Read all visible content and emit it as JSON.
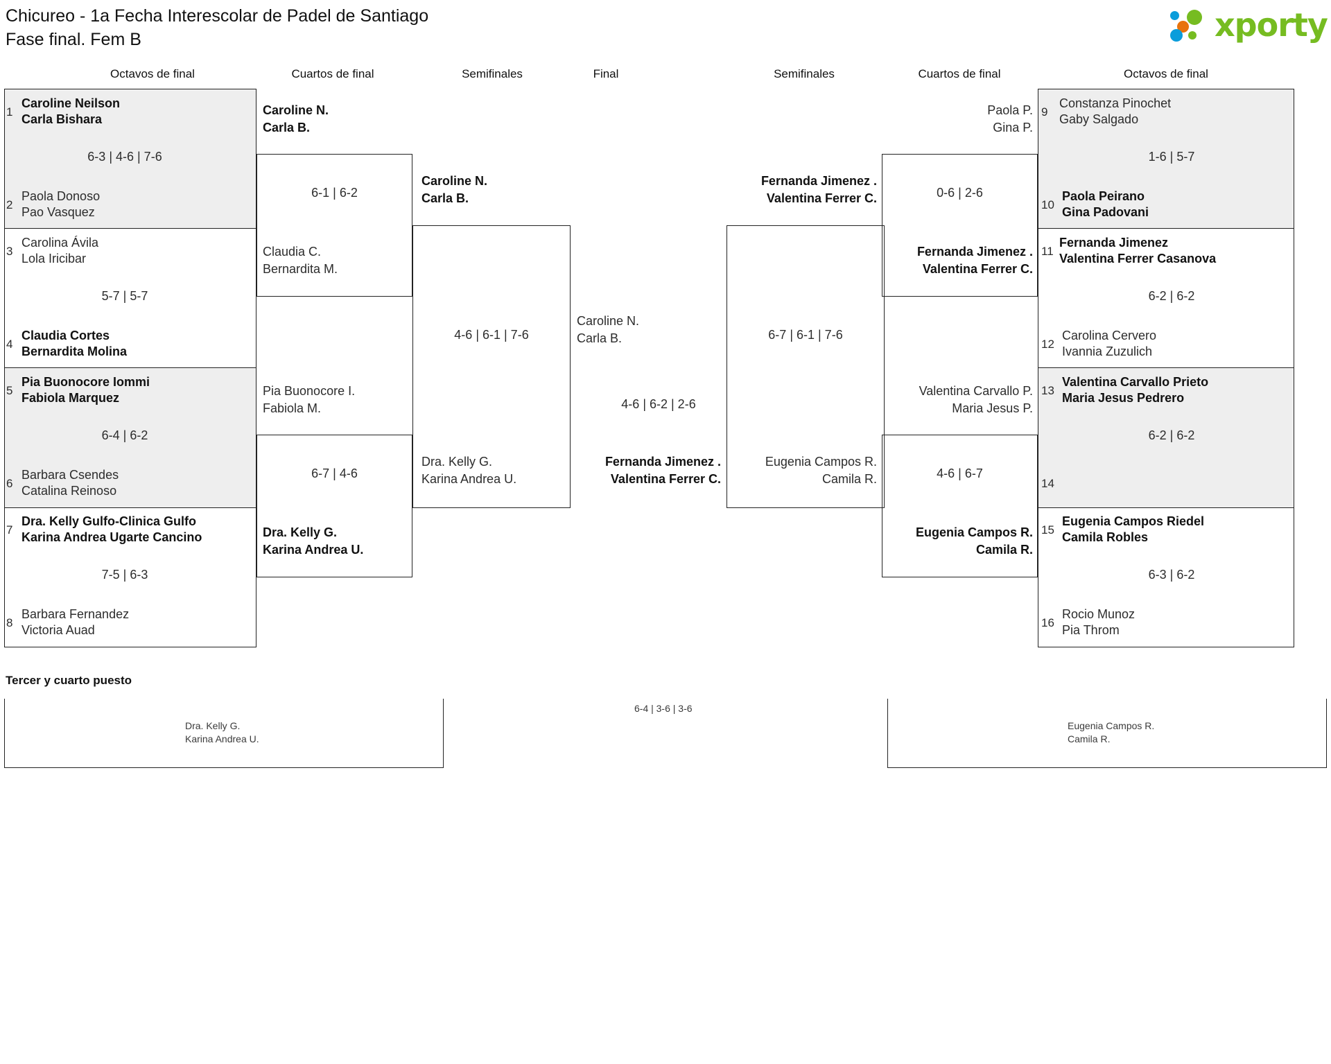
{
  "header": {
    "title_line1": "Chicureo - 1a Fecha Interescolar de Padel de Santiago",
    "title_line2": "Fase final. Fem B",
    "logo_text": "xporty",
    "logo_colors": {
      "green": "#76bc21",
      "blue": "#0a9ddb",
      "orange": "#e8730c"
    }
  },
  "round_headers": {
    "l_octavos": "Octavos de final",
    "l_cuartos": "Cuartos de final",
    "l_semis": "Semifinales",
    "final": "Final",
    "r_semis": "Semifinales",
    "r_cuartos": "Cuartos de final",
    "r_octavos": "Octavos de final"
  },
  "left_octavos": [
    {
      "seed": "1",
      "p1": "Caroline Neilson",
      "p2": "Carla Bishara",
      "winner": true
    },
    {
      "seed": "2",
      "p1": "Paola Donoso",
      "p2": "Pao Vasquez",
      "winner": false
    },
    {
      "seed": "3",
      "p1": "Carolina Ávila",
      "p2": "Lola Iricibar",
      "winner": false
    },
    {
      "seed": "4",
      "p1": "Claudia Cortes",
      "p2": "Bernardita Molina",
      "winner": true
    },
    {
      "seed": "5",
      "p1": "Pia Buonocore Iommi",
      "p2": "Fabiola Marquez",
      "winner": true
    },
    {
      "seed": "6",
      "p1": "Barbara Csendes",
      "p2": "Catalina Reinoso",
      "winner": false
    },
    {
      "seed": "7",
      "p1": "Dra. Kelly Gulfo-Clinica Gulfo",
      "p2": "Karina Andrea Ugarte Cancino",
      "winner": true
    },
    {
      "seed": "8",
      "p1": "Barbara Fernandez",
      "p2": "Victoria Auad",
      "winner": false
    }
  ],
  "left_octavos_scores": [
    "6-3 | 4-6 | 7-6",
    "5-7 | 5-7",
    "6-4 | 6-2",
    "7-5 | 6-3"
  ],
  "left_cuartos": [
    {
      "p1": "Caroline N.",
      "p2": "Carla B.",
      "winner": true
    },
    {
      "p1": "Claudia C.",
      "p2": "Bernardita M.",
      "winner": false
    },
    {
      "p1": "Pia Buonocore I.",
      "p2": "Fabiola M.",
      "winner": false
    },
    {
      "p1": "Dra. Kelly G.",
      "p2": "Karina Andrea U.",
      "winner": true
    }
  ],
  "left_cuartos_scores": [
    "6-1 | 6-2",
    "6-7 | 4-6"
  ],
  "left_semis": [
    {
      "p1": "Caroline N.",
      "p2": "Carla B.",
      "winner": true
    },
    {
      "p1": "Dra. Kelly G.",
      "p2": "Karina Andrea U.",
      "winner": false
    }
  ],
  "left_semis_score": "4-6 | 6-1 | 7-6",
  "final": {
    "left": {
      "p1": "Caroline N.",
      "p2": "Carla B.",
      "winner": false
    },
    "right": {
      "p1": "Fernanda Jimenez .",
      "p2": "Valentina Ferrer C.",
      "winner": true
    },
    "score": "4-6 | 6-2 | 2-6"
  },
  "right_semis": [
    {
      "p1": "Fernanda Jimenez .",
      "p2": "Valentina Ferrer C.",
      "winner": true
    },
    {
      "p1": "Eugenia Campos R.",
      "p2": "Camila R.",
      "winner": false
    }
  ],
  "right_semis_score": "6-7 | 6-1 | 7-6",
  "right_cuartos": [
    {
      "p1": "Paola P.",
      "p2": "Gina P.",
      "winner": false
    },
    {
      "p1": "Fernanda Jimenez .",
      "p2": "Valentina Ferrer C.",
      "winner": true
    },
    {
      "p1": "Valentina Carvallo P.",
      "p2": "Maria Jesus P.",
      "winner": false
    },
    {
      "p1": "Eugenia Campos R.",
      "p2": "Camila R.",
      "winner": true
    }
  ],
  "right_cuartos_scores": [
    "0-6 | 2-6",
    "4-6 | 6-7"
  ],
  "right_octavos": [
    {
      "seed": "9",
      "p1": "Constanza Pinochet",
      "p2": "Gaby Salgado",
      "winner": false
    },
    {
      "seed": "10",
      "p1": "Paola Peirano",
      "p2": "Gina Padovani",
      "winner": true
    },
    {
      "seed": "11",
      "p1": "Fernanda Jimenez",
      "p2": "Valentina Ferrer Casanova",
      "winner": true
    },
    {
      "seed": "12",
      "p1": "Carolina Cervero",
      "p2": "Ivannia Zuzulich",
      "winner": false
    },
    {
      "seed": "13",
      "p1": "Valentina Carvallo Prieto",
      "p2": "Maria Jesus Pedrero",
      "winner": true
    },
    {
      "seed": "14",
      "p1": "",
      "p2": "",
      "winner": false
    },
    {
      "seed": "15",
      "p1": "Eugenia Campos Riedel",
      "p2": "Camila Robles",
      "winner": true
    },
    {
      "seed": "16",
      "p1": "Rocio Munoz",
      "p2": "Pia Throm",
      "winner": false
    }
  ],
  "right_octavos_scores": [
    "1-6 | 5-7",
    "6-2 | 6-2",
    "6-2 | 6-2",
    "6-3 | 6-2"
  ],
  "third_place": {
    "label": "Tercer y cuarto puesto",
    "left": {
      "p1": "Dra. Kelly G.",
      "p2": "Karina Andrea U."
    },
    "right": {
      "p1": "Eugenia Campos R.",
      "p2": "Camila R."
    },
    "score": "6-4 | 3-6 | 3-6"
  }
}
